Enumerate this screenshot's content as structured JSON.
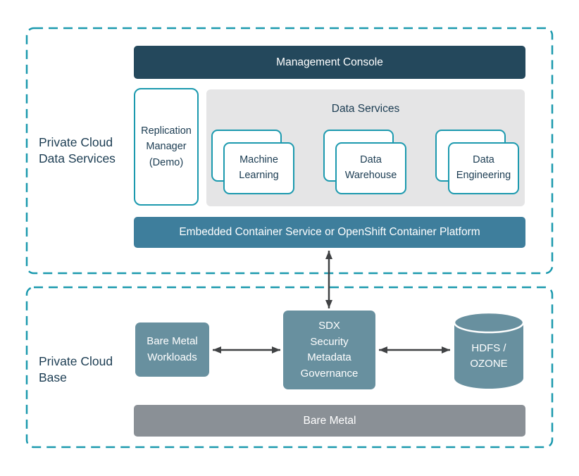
{
  "colors": {
    "teal": "#1B99AE",
    "dark_header": "#24485C",
    "mid_teal": "#3E7E9C",
    "slate": "#68909F",
    "gray_bar": "#8A9096",
    "panel_gray": "#E5E5E6",
    "text_dark": "#1B3C52",
    "arrow": "#404244"
  },
  "top_section": {
    "side_label": "Private Cloud\nData Services",
    "management_console_label": "Management Console",
    "replication_manager_label": "Replication\nManager\n(Demo)",
    "data_services_title": "Data Services",
    "cards": [
      {
        "label": "Machine\nLearning"
      },
      {
        "label": "Data\nWarehouse"
      },
      {
        "label": "Data\nEngineering"
      }
    ],
    "container_platform_label": "Embedded Container Service or OpenShift Container Platform"
  },
  "bottom_section": {
    "side_label": "Private Cloud\nBase",
    "bare_metal_workloads_label": "Bare Metal\nWorkloads",
    "sdx_label": "SDX\nSecurity\nMetadata\nGovernance",
    "storage_label": "HDFS /\nOZONE",
    "bare_metal_label": "Bare Metal"
  }
}
